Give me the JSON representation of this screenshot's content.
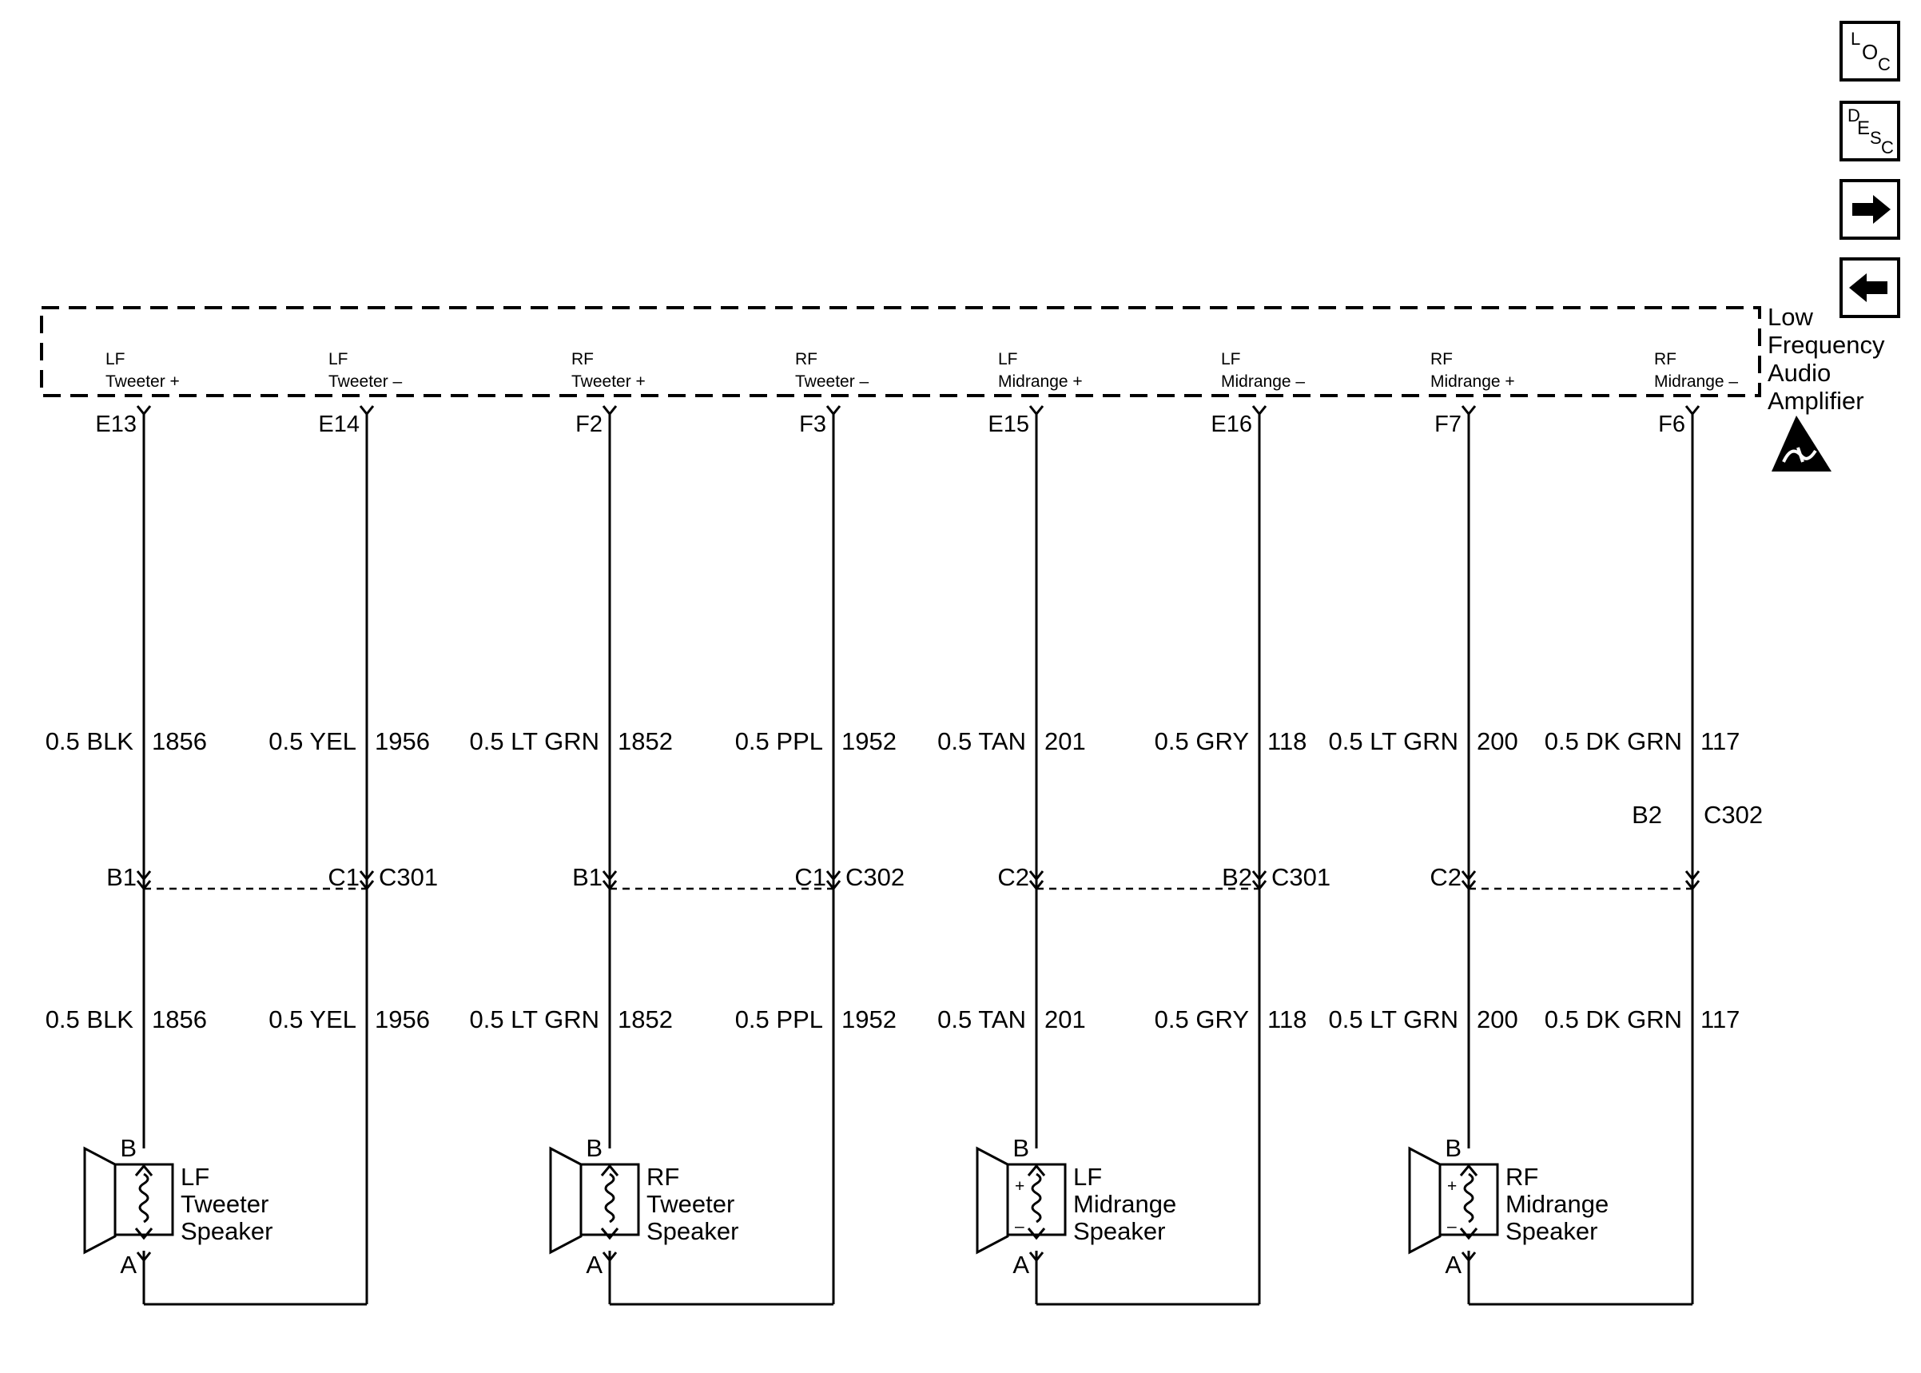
{
  "module": {
    "name_lines": [
      "Low",
      "Frequency",
      "Audio",
      "Amplifier"
    ],
    "esd_icon": "esd-warning-icon"
  },
  "nav": {
    "loc": {
      "sup": "L",
      "main": "O",
      "sub": "C"
    },
    "desc": {
      "sup": "D",
      "main": "E",
      "sub1": "S",
      "sub2": "C"
    },
    "next_icon": "arrow-right-icon",
    "prev_icon": "arrow-left-icon"
  },
  "circuits": [
    {
      "label1": "LF",
      "label2": "Tweeter +",
      "pin": "E13",
      "color": "0.5 BLK",
      "number": "1856",
      "term": "B1",
      "term_side": "left"
    },
    {
      "label1": "LF",
      "label2": "Tweeter –",
      "pin": "E14",
      "color": "0.5 YEL",
      "number": "1956",
      "term": "C1",
      "term_side": "left"
    },
    {
      "label1": "RF",
      "label2": "Tweeter +",
      "pin": "F2",
      "color": "0.5 LT GRN",
      "number": "1852",
      "term": "B1",
      "term_side": "left"
    },
    {
      "label1": "RF",
      "label2": "Tweeter –",
      "pin": "F3",
      "color": "0.5 PPL",
      "number": "1952",
      "term": "C1",
      "term_side": "left"
    },
    {
      "label1": "LF",
      "label2": "Midrange +",
      "pin": "E15",
      "color": "0.5 TAN",
      "number": "201",
      "term": "C2",
      "term_side": "left"
    },
    {
      "label1": "LF",
      "label2": "Midrange –",
      "pin": "E16",
      "color": "0.5 GRY",
      "number": "118",
      "term": "B2",
      "term_side": "left"
    },
    {
      "label1": "RF",
      "label2": "Midrange +",
      "pin": "F7",
      "color": "0.5 LT GRN",
      "number": "200",
      "term": "C2",
      "term_side": "left"
    },
    {
      "label1": "RF",
      "label2": "Midrange –",
      "pin": "F6",
      "color": "0.5 DK GRN",
      "number": "117",
      "term": "B2",
      "term_side": "above"
    }
  ],
  "connectors": [
    "C301",
    "C302",
    "C301",
    "C302"
  ],
  "speakers": [
    {
      "name_lines": [
        "LF",
        "Tweeter",
        "Speaker"
      ],
      "pin_top": "B",
      "pin_bottom": "A",
      "polarity": false
    },
    {
      "name_lines": [
        "RF",
        "Tweeter",
        "Speaker"
      ],
      "pin_top": "B",
      "pin_bottom": "A",
      "polarity": false
    },
    {
      "name_lines": [
        "LF",
        "Midrange",
        "Speaker"
      ],
      "pin_top": "B",
      "pin_bottom": "A",
      "polarity": true,
      "plus": "+",
      "minus": "–"
    },
    {
      "name_lines": [
        "RF",
        "Midrange",
        "Speaker"
      ],
      "pin_top": "B",
      "pin_bottom": "A",
      "polarity": true,
      "plus": "+",
      "minus": "–"
    }
  ]
}
